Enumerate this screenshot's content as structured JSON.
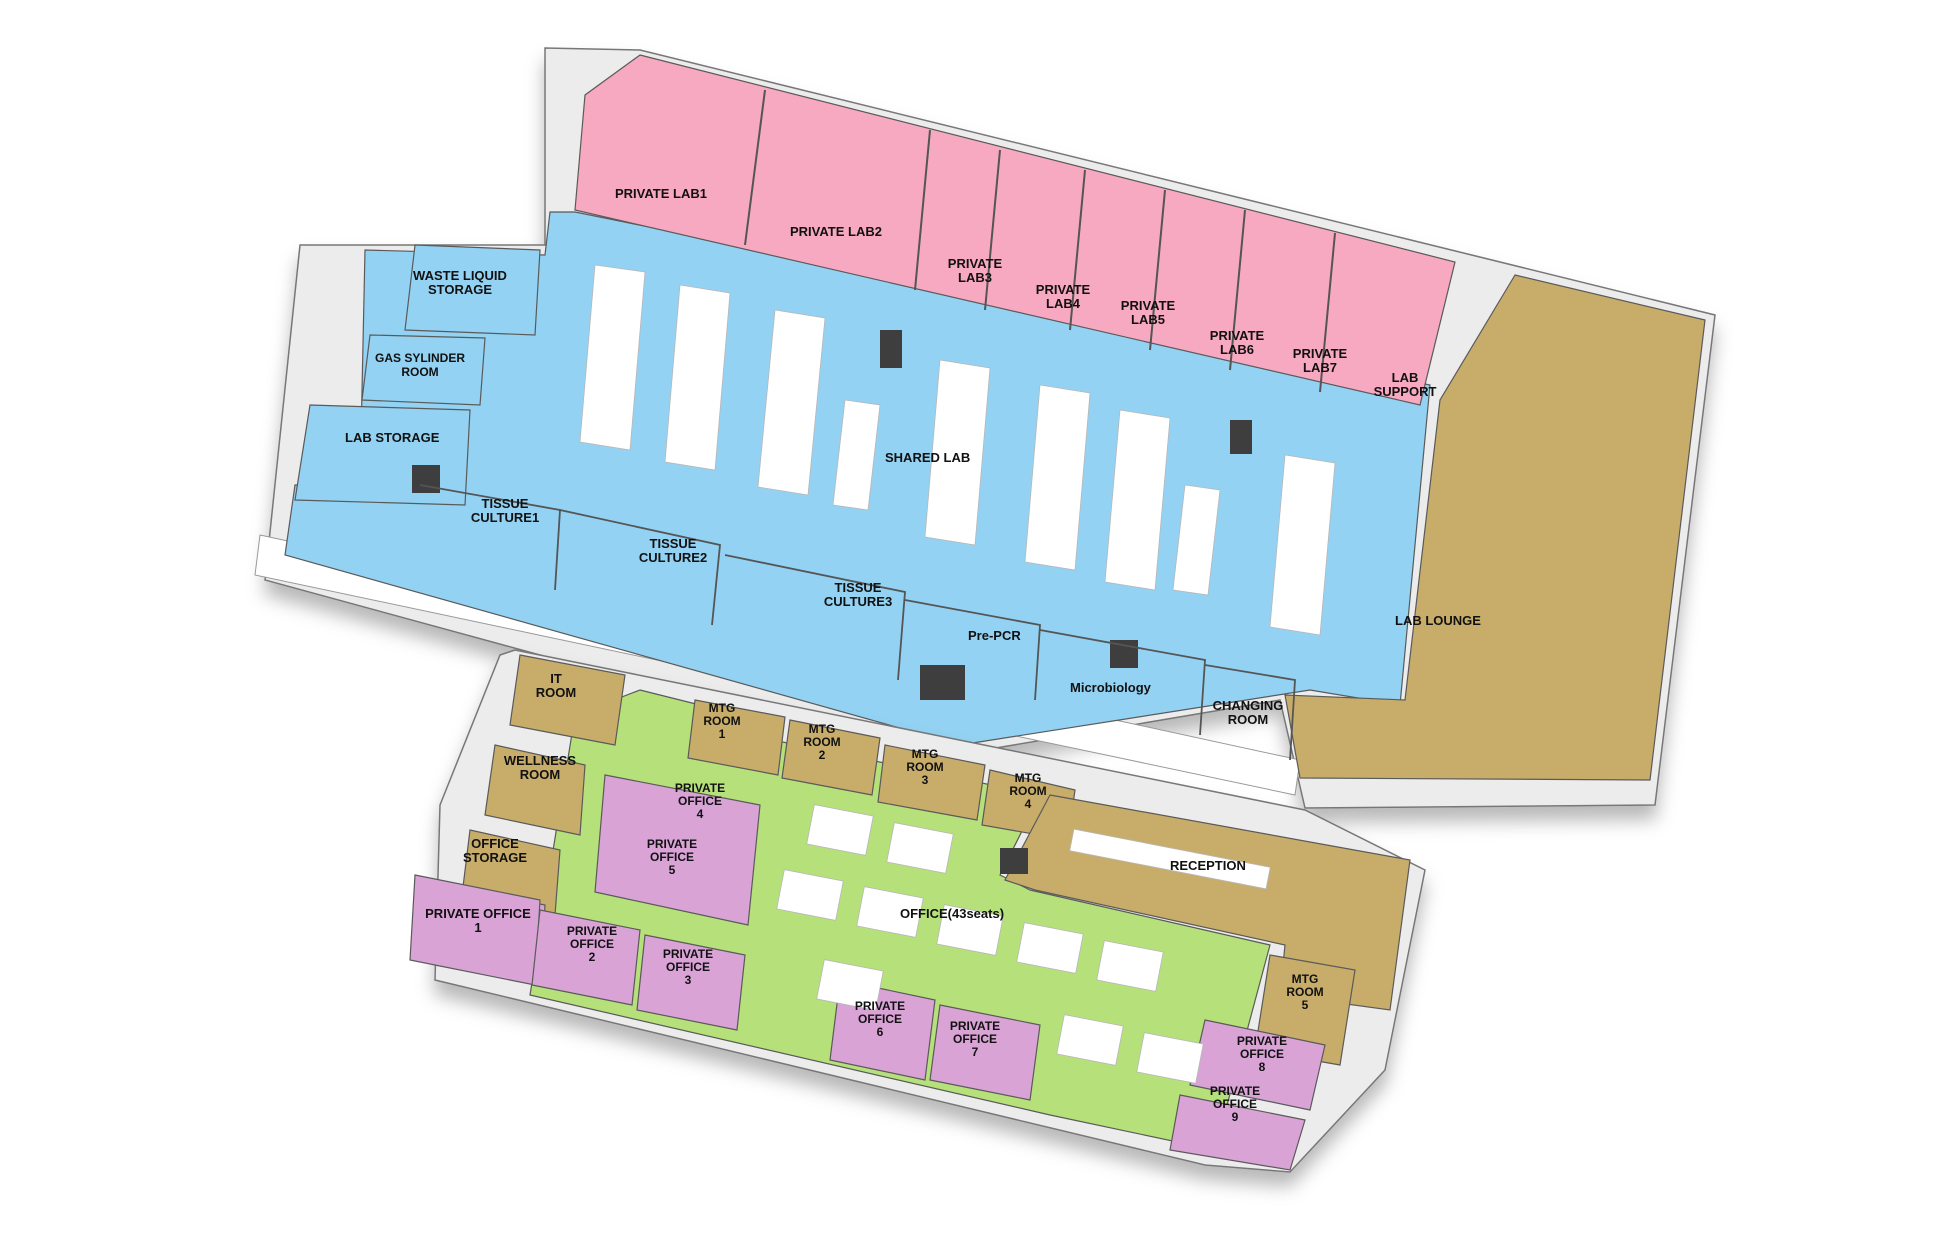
{
  "colors": {
    "private_lab": "#f7a9c1",
    "shared_lab": "#93d2f2",
    "lounge": "#c8ac6a",
    "office": "#b5e07a",
    "private_office": "#d9a3d6",
    "corridor": "#ffffff",
    "wall": "#3e3e3e",
    "furniture": "#ffffff"
  },
  "rooms": {
    "private_lab_1": "PRIVATE LAB1",
    "private_lab_2": "PRIVATE LAB2",
    "private_lab_3": [
      "PRIVATE",
      "LAB3"
    ],
    "private_lab_4": [
      "PRIVATE",
      "LAB4"
    ],
    "private_lab_5": [
      "PRIVATE",
      "LAB5"
    ],
    "private_lab_6": [
      "PRIVATE",
      "LAB6"
    ],
    "private_lab_7": [
      "PRIVATE",
      "LAB7"
    ],
    "lab_support": [
      "LAB",
      "SUPPORT"
    ],
    "waste_liquid_storage": [
      "WASTE LIQUID",
      "STORAGE"
    ],
    "gas_cylinder_room": [
      "GAS SYLINDER",
      "ROOM"
    ],
    "lab_storage": "LAB STORAGE",
    "shared_lab": "SHARED LAB",
    "tissue_culture_1": [
      "TISSUE",
      "CULTURE1"
    ],
    "tissue_culture_2": [
      "TISSUE",
      "CULTURE2"
    ],
    "tissue_culture_3": [
      "TISSUE",
      "CULTURE3"
    ],
    "pre_pcr": "Pre-PCR",
    "microbiology": "Microbiology",
    "changing_room": [
      "CHANGING",
      "ROOM"
    ],
    "lab_lounge": "LAB LOUNGE",
    "it_room": [
      "IT",
      "ROOM"
    ],
    "wellness_room": [
      "WELLNESS",
      "ROOM"
    ],
    "office_storage": [
      "OFFICE",
      "STORAGE"
    ],
    "mtg_room_1": [
      "MTG",
      "ROOM",
      "1"
    ],
    "mtg_room_2": [
      "MTG",
      "ROOM",
      "2"
    ],
    "mtg_room_3": [
      "MTG",
      "ROOM",
      "3"
    ],
    "mtg_room_4": [
      "MTG",
      "ROOM",
      "4"
    ],
    "mtg_room_5": [
      "MTG",
      "ROOM",
      "5"
    ],
    "reception": "RECEPTION",
    "office": "OFFICE(43seats)",
    "private_office_1": [
      "PRIVATE OFFICE",
      "1"
    ],
    "private_office_2": [
      "PRIVATE",
      "OFFICE",
      "2"
    ],
    "private_office_3": [
      "PRIVATE",
      "OFFICE",
      "3"
    ],
    "private_office_4": [
      "PRIVATE",
      "OFFICE",
      "4"
    ],
    "private_office_5": [
      "PRIVATE",
      "OFFICE",
      "5"
    ],
    "private_office_6": [
      "PRIVATE",
      "OFFICE",
      "6"
    ],
    "private_office_7": [
      "PRIVATE",
      "OFFICE",
      "7"
    ],
    "private_office_8": [
      "PRIVATE",
      "OFFICE",
      "8"
    ],
    "private_office_9": [
      "PRIVATE",
      "OFFICE",
      "9"
    ]
  }
}
